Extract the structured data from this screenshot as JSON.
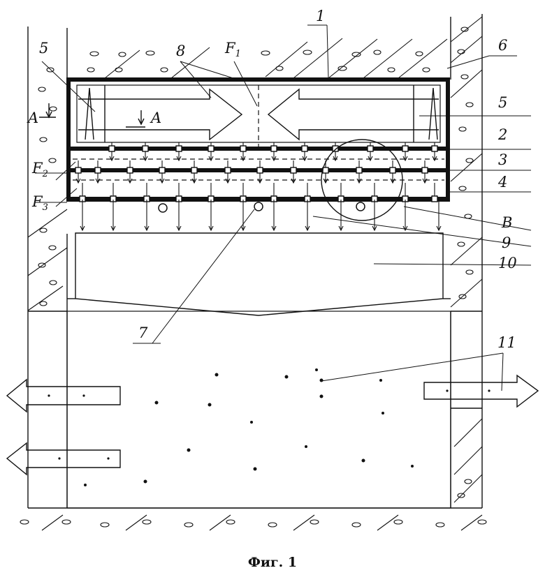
{
  "caption": "Фиг. 1",
  "labels": {
    "l1": "1",
    "l2": "2",
    "l3": "3",
    "l4": "4",
    "l5_left": "5",
    "l5_right": "5",
    "l6": "6",
    "l7": "7",
    "l8": "8",
    "l9": "9",
    "l10": "10",
    "l11": "11",
    "lB": "B",
    "lA_left": "A",
    "lA_mid": "A",
    "F1": "F",
    "F1_sub": "1",
    "F2": "F",
    "F2_sub": "2",
    "F3": "F",
    "F3_sub": "3"
  }
}
